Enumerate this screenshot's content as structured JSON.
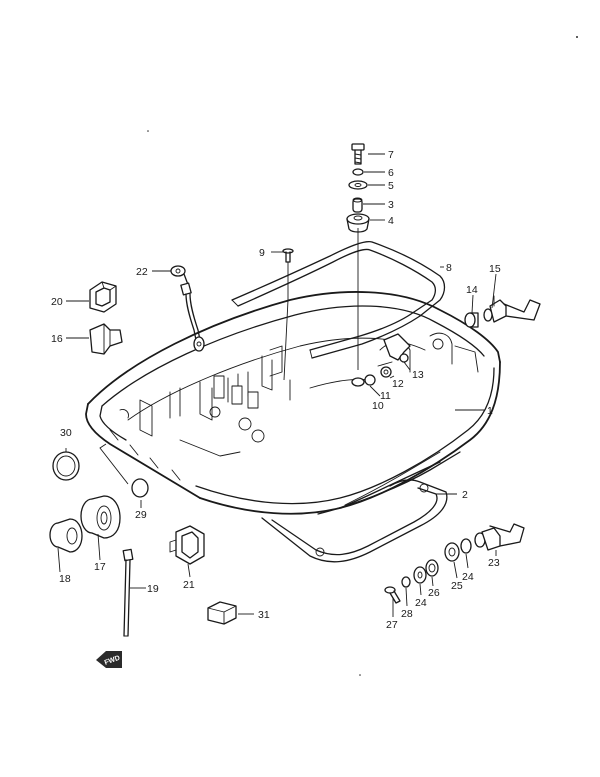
{
  "diagram": {
    "labels": [
      {
        "id": "p1",
        "text": "1"
      },
      {
        "id": "p2",
        "text": "2"
      },
      {
        "id": "p3",
        "text": "3"
      },
      {
        "id": "p4",
        "text": "4"
      },
      {
        "id": "p5",
        "text": "5"
      },
      {
        "id": "p6",
        "text": "6"
      },
      {
        "id": "p7",
        "text": "7"
      },
      {
        "id": "p8",
        "text": "8"
      },
      {
        "id": "p9",
        "text": "9"
      },
      {
        "id": "p10",
        "text": "10"
      },
      {
        "id": "p11",
        "text": "11"
      },
      {
        "id": "p12",
        "text": "12"
      },
      {
        "id": "p13",
        "text": "13"
      },
      {
        "id": "p14",
        "text": "14"
      },
      {
        "id": "p15",
        "text": "15"
      },
      {
        "id": "p16",
        "text": "16"
      },
      {
        "id": "p17",
        "text": "17"
      },
      {
        "id": "p18",
        "text": "18"
      },
      {
        "id": "p19",
        "text": "19"
      },
      {
        "id": "p20",
        "text": "20"
      },
      {
        "id": "p21",
        "text": "21"
      },
      {
        "id": "p22",
        "text": "22"
      },
      {
        "id": "p23",
        "text": "23"
      },
      {
        "id": "p24a",
        "text": "24"
      },
      {
        "id": "p24b",
        "text": "24"
      },
      {
        "id": "p25",
        "text": "25"
      },
      {
        "id": "p26",
        "text": "26"
      },
      {
        "id": "p27",
        "text": "27"
      },
      {
        "id": "p28",
        "text": "28"
      },
      {
        "id": "p29",
        "text": "29"
      },
      {
        "id": "p30",
        "text": "30"
      },
      {
        "id": "p31",
        "text": "31"
      }
    ],
    "fwd_marker": "FWD"
  }
}
